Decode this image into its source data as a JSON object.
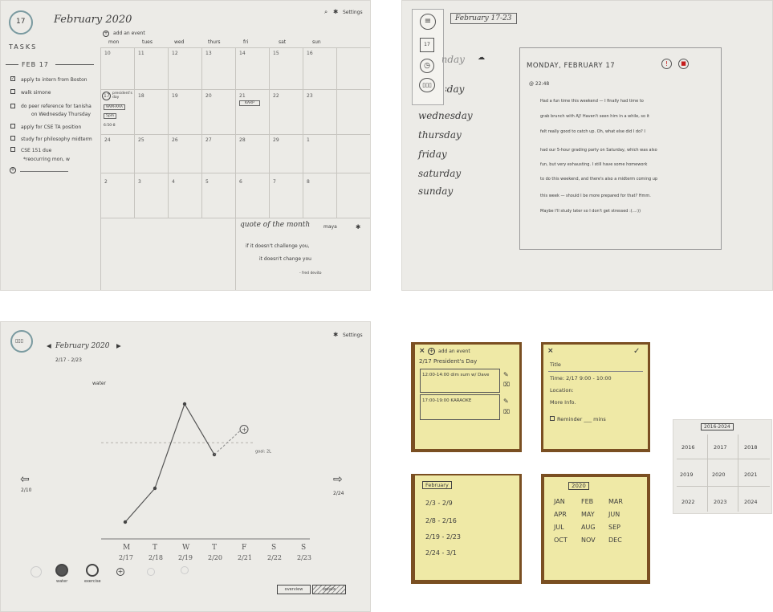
{
  "month_view": {
    "month_title": "February 2020",
    "date_icon": "17",
    "search_icon": "search-icon",
    "settings_label": "Settings",
    "tasks_title": "TASKS",
    "task_date": "FEB 17",
    "tasks": [
      {
        "text": "apply to intern from Boston",
        "checked": true
      },
      {
        "text": "walk simone",
        "checked": false
      },
      {
        "text": "do peer reference for tanisha",
        "checked": false
      },
      {
        "text": "on Wednesday Thursday",
        "checked": false
      },
      {
        "text": "apply for CSE TA position",
        "checked": false
      },
      {
        "text": "study for philosophy midterm",
        "checked": false
      },
      {
        "text": "CSE 151 due",
        "checked": false
      },
      {
        "text": "*reocurring mon, w",
        "checked": false
      }
    ],
    "add_event_label": "add an event",
    "weekdays": [
      "mon",
      "tues",
      "wed",
      "thurs",
      "fri",
      "sat",
      "sun"
    ],
    "weeks": [
      [
        "10",
        "11",
        "12",
        "13",
        "14",
        "15",
        "16"
      ],
      [
        "17",
        "18",
        "19",
        "20",
        "21",
        "22",
        "23"
      ],
      [
        "24",
        "25",
        "26",
        "27",
        "28",
        "29",
        "1"
      ],
      [
        "2",
        "3",
        "4",
        "5",
        "6",
        "7",
        "8"
      ]
    ],
    "event_chips": [
      "president's day",
      "9AM-AAA",
      "5pm",
      "6:50-8",
      "KARP"
    ],
    "quote_title": "quote of the month",
    "quote_author_tag": "maya",
    "quote_text_1": "if it doesn't challenge you,",
    "quote_text_2": "it doesn't change you",
    "quote_attrib": "- fred devito"
  },
  "week_view": {
    "title": "February 17-23",
    "days": [
      "monday",
      "tuesday",
      "wednesday",
      "thursday",
      "friday",
      "saturday",
      "sunday"
    ],
    "entry_date": "MONDAY, FEBRUARY 17",
    "entry_time": "@ 22:48",
    "entry_lines": [
      "Had a fun time this weekend — I finally had time to",
      "grab brunch with AJ! Haven't seen him in a while, so it",
      "felt really good to catch up. Oh, what else did I do? I",
      "had our 5-hour grading party on Saturday, which was also",
      "fun, but very exhausting. I still have some homework",
      "to do this weekend, and there's also a midterm coming up",
      "this week — should I be more prepared for that? Hmm.",
      "Maybe I'll study later so I don't get stressed :(...:))"
    ]
  },
  "graph_view": {
    "month_title": "February 2020",
    "date_range": "2/17 - 2/23",
    "settings_label": "Settings",
    "left_arrow_label": "2/10",
    "right_arrow_label": "2/24",
    "legend_bottom": [
      "water",
      "exercise"
    ],
    "toggle_labels": [
      "overview",
      "details"
    ],
    "chart_data": {
      "type": "line",
      "title": "",
      "ylabel": "water",
      "categories": [
        "M",
        "T",
        "W",
        "T",
        "F",
        "S",
        "S"
      ],
      "dates": [
        "2/17",
        "2/18",
        "2/19",
        "2/20",
        "2/21",
        "2/22",
        "2/23"
      ],
      "series": [
        {
          "name": "water",
          "values": [
            1,
            3,
            8,
            5,
            null,
            null,
            null
          ],
          "projected": {
            "from_index": 3,
            "to_index": 4,
            "to_value": 6.5
          }
        }
      ],
      "goal_label": "goal: 2L",
      "goal_value": 5.7,
      "ylim": [
        0,
        10
      ],
      "grid": false
    }
  },
  "stickies": {
    "add_event": {
      "header": "add an event",
      "day": "2/17 President's Day",
      "events": [
        "12:00-14:00  dim sum w/ Dave",
        "17:00-19:00  KARAOKE"
      ]
    },
    "event_detail": {
      "title_label": "Title",
      "time_label": "Time: 2/17 9:00 - 10:00",
      "location_label": "Location:",
      "more_info_label": "More Info.",
      "reminder_label": "Reminder ___ mins"
    },
    "week_picker": {
      "month": "February",
      "weeks": [
        "2/3 - 2/9",
        "2/8 - 2/16",
        "2/19 - 2/23",
        "2/24 - 3/1"
      ]
    },
    "month_picker": {
      "year": "2020",
      "months": [
        "JAN",
        "FEB",
        "MAR",
        "APR",
        "MAY",
        "JUN",
        "JUL",
        "AUG",
        "SEP",
        "OCT",
        "NOV",
        "DEC"
      ]
    },
    "year_picker": {
      "range": "2016-2024",
      "years": [
        "2016",
        "2017",
        "2018",
        "2019",
        "2020",
        "2021",
        "2022",
        "2023",
        "2024"
      ]
    }
  }
}
